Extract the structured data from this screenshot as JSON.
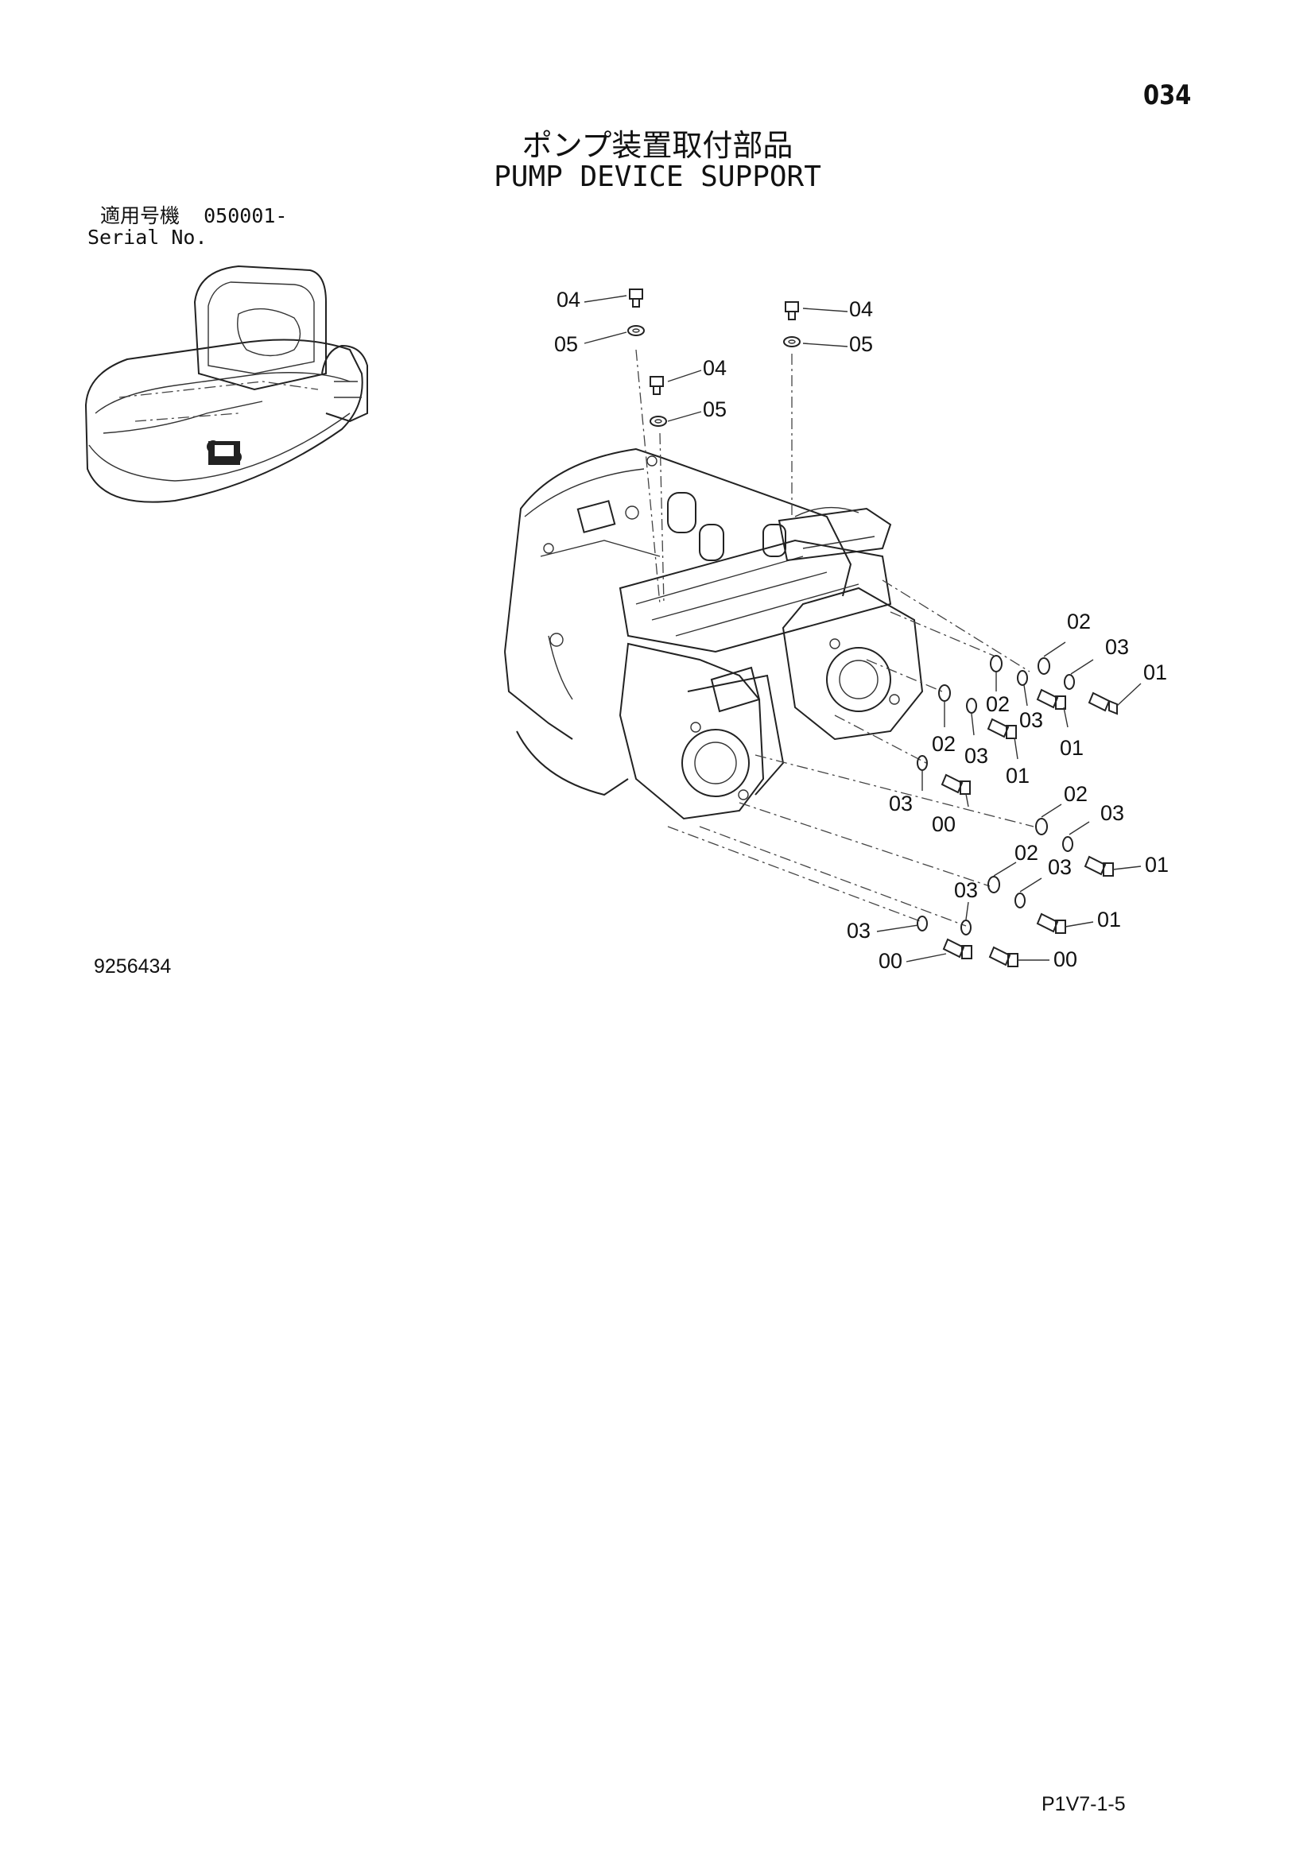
{
  "header": {
    "page_number": "034",
    "title_jp": "ポンプ装置取付部品",
    "title_en": "PUMP DEVICE SUPPORT"
  },
  "serial": {
    "label_jp": "適用号機",
    "value": "050001-",
    "label_en": "Serial No."
  },
  "figure_number": "9256434",
  "sheet_code": "P1V7-1-5",
  "callouts": [
    "04",
    "05",
    "04",
    "05",
    "04",
    "05",
    "02",
    "03",
    "01",
    "02",
    "03",
    "01",
    "02",
    "03",
    "01",
    "03",
    "00",
    "02",
    "03",
    "01",
    "02",
    "03",
    "01",
    "03",
    "03",
    "00",
    "00"
  ]
}
